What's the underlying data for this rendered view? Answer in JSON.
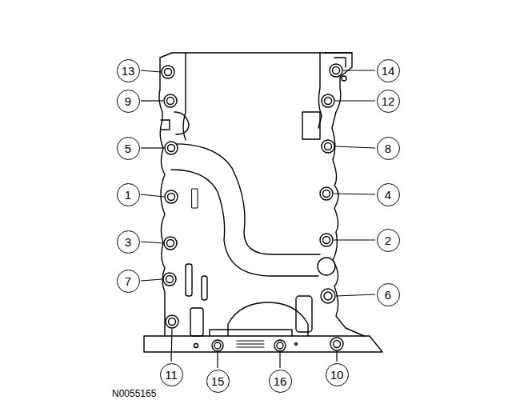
{
  "diagram": {
    "labels": [
      "13",
      "14",
      "9",
      "12",
      "5",
      "8",
      "1",
      "4",
      "3",
      "2",
      "7",
      "6",
      "11",
      "15",
      "16",
      "10",
      "N0055165"
    ]
  }
}
